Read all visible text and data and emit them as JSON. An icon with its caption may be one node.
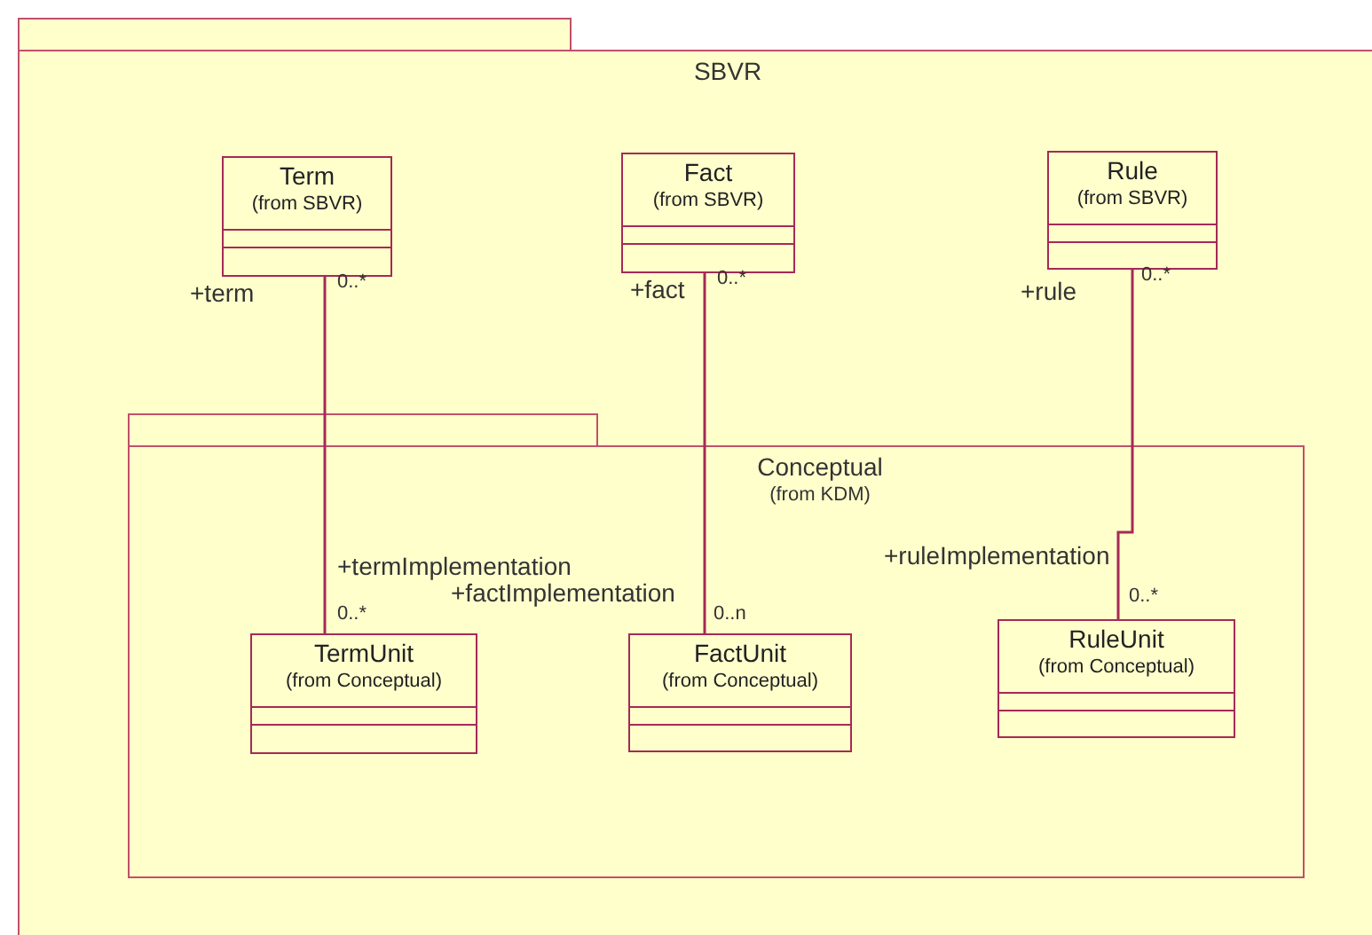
{
  "diagram": {
    "nodes": [
      {
        "text": [
          "SBVR"
        ]
      },
      {
        "text": [
          "Term",
          "(from SBVR)"
        ],
        "in": 0
      },
      {
        "text": [
          "Fact",
          "(from SBVR)"
        ],
        "in": 0
      },
      {
        "text": [
          "Rule",
          "(from SBVR)"
        ],
        "in": 0
      },
      {
        "text": [
          "Conceptual",
          "(from KDM)"
        ],
        "in": 0
      },
      {
        "text": [
          "TermUnit",
          "(from Conceptual)"
        ],
        "in": 4
      },
      {
        "text": [
          "FactUnit",
          "(from Conceptual)"
        ],
        "in": 4
      },
      {
        "text": [
          "RuleUnit",
          "(from Conceptual)"
        ],
        "in": 4
      }
    ],
    "edges": [
      {
        "from": 1,
        "to": 5,
        "arrow": "none"
      },
      {
        "from": 2,
        "to": 6,
        "arrow": "none"
      },
      {
        "from": 3,
        "to": 7,
        "arrow": "none"
      }
    ],
    "labels": [
      "+term",
      "0..*",
      "+fact",
      "0..*",
      "+rule",
      "0..*",
      "+termImplementation",
      "0..*",
      "+factImplementation",
      "0..n",
      "+ruleImplementation",
      "0..*"
    ]
  }
}
